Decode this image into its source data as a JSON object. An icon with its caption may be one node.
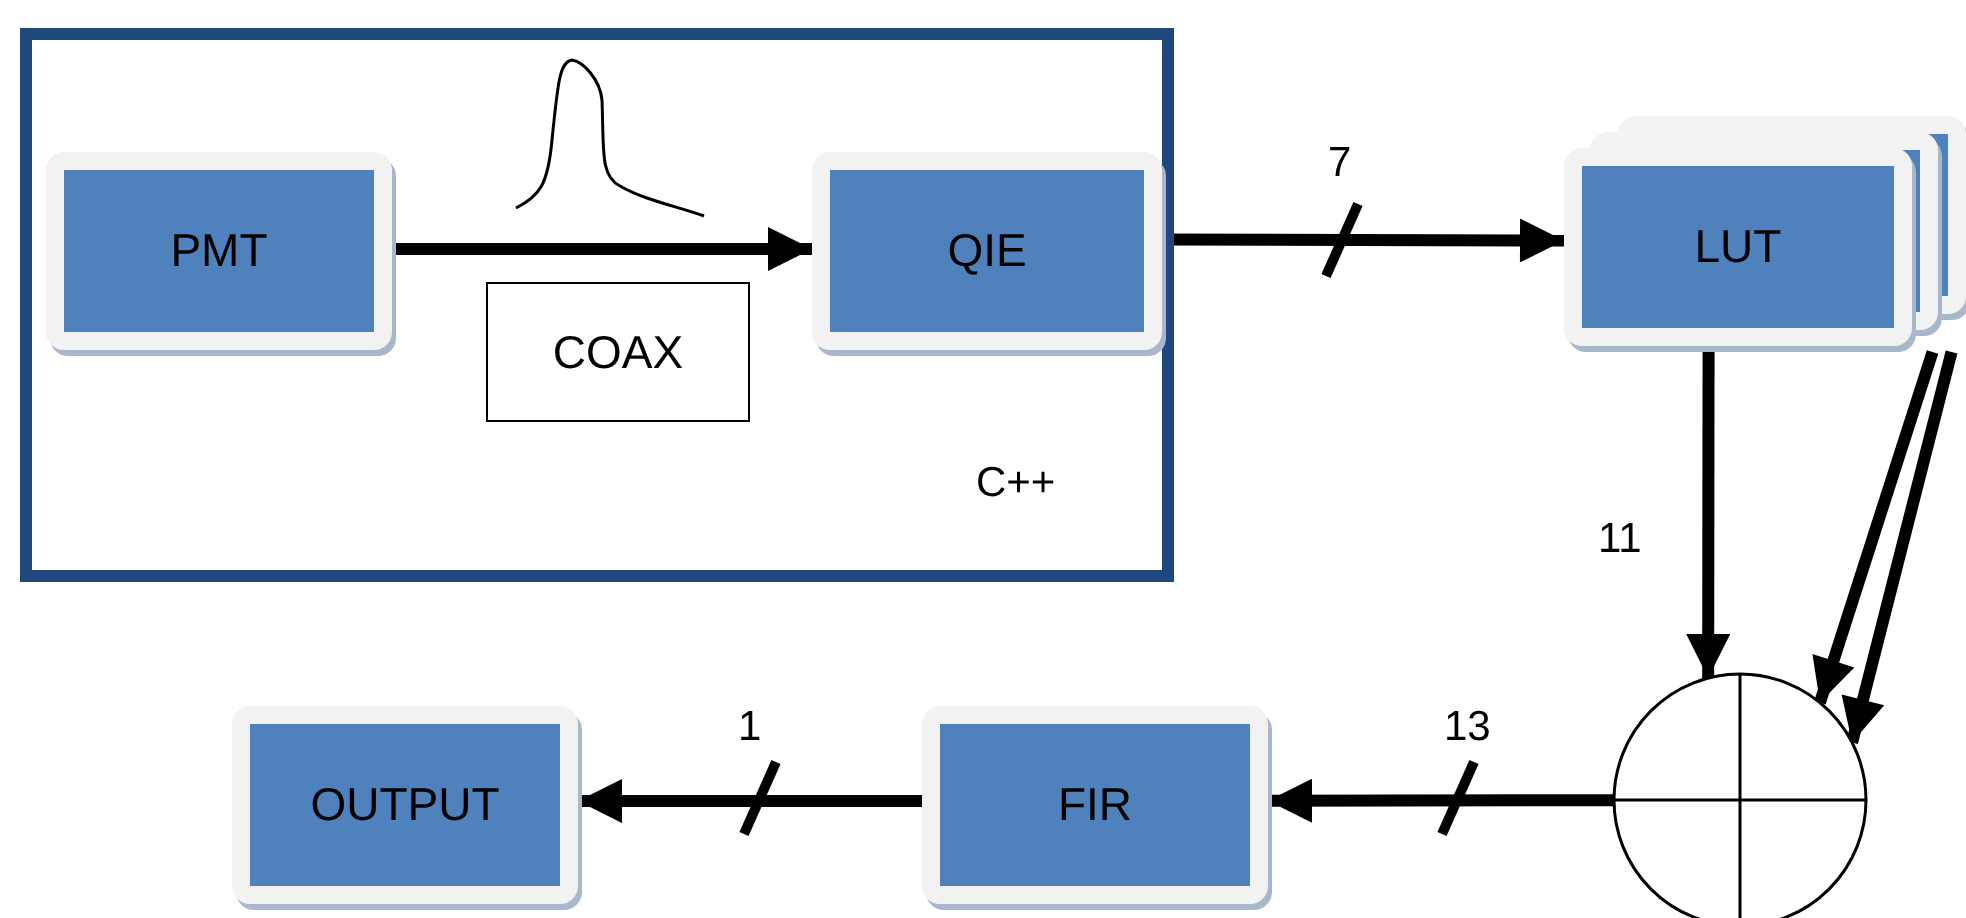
{
  "diagram": {
    "nodes": [
      {
        "text": [
          "C++"
        ]
      },
      {
        "text": [
          "PMT"
        ],
        "in": 0
      },
      {
        "text": [
          "COAX"
        ],
        "in": 0
      },
      {
        "text": [
          "QIE"
        ],
        "in": 0
      },
      {
        "text": [
          "LUT"
        ]
      },
      {
        "text": [],
        "shape": "circle"
      },
      {
        "text": [
          "FIR"
        ]
      },
      {
        "text": [
          "OUTPUT"
        ]
      }
    ],
    "edges": [
      {
        "from": 1,
        "to": 3,
        "arrow": "to"
      },
      {
        "from": 3,
        "to": 4,
        "arrow": "to",
        "label": "7"
      },
      {
        "from": 4,
        "to": 5,
        "arrow": "to",
        "label": "11"
      },
      {
        "from": 4,
        "to": 5,
        "arrow": "to"
      },
      {
        "from": 4,
        "to": 5,
        "arrow": "to"
      },
      {
        "from": 5,
        "to": 6,
        "arrow": "to",
        "label": "13"
      },
      {
        "from": 6,
        "to": 7,
        "arrow": "to",
        "label": "1"
      }
    ]
  }
}
